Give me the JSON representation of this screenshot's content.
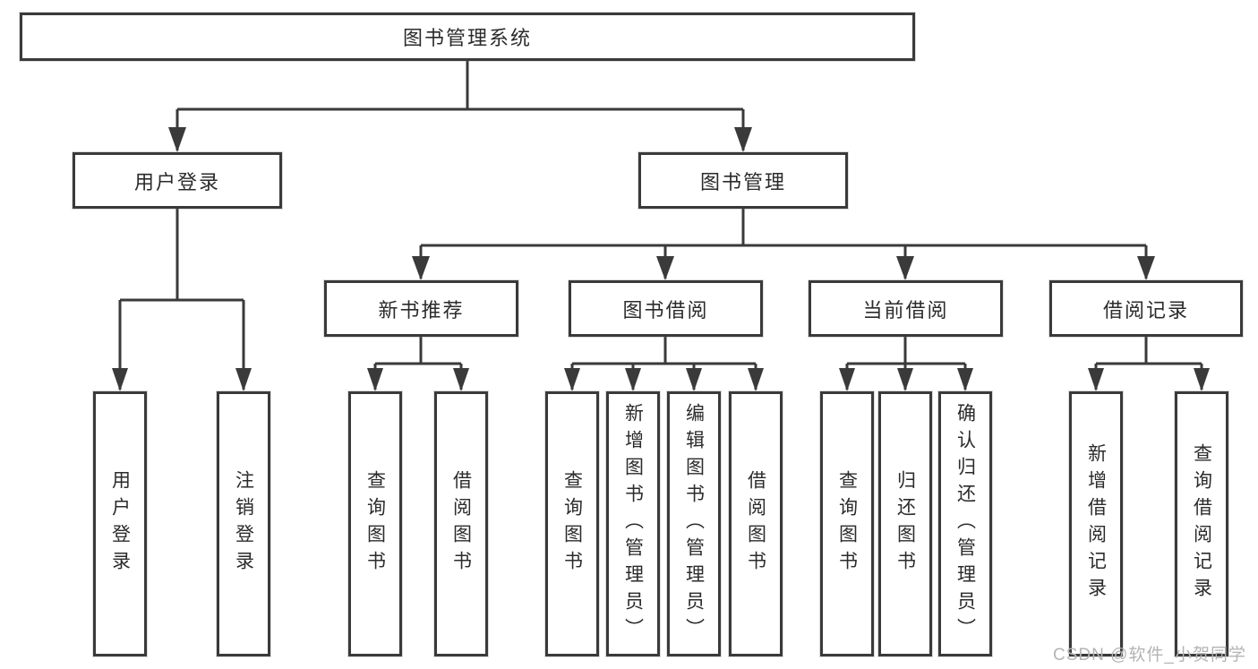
{
  "tree": {
    "root": {
      "label": "图书管理系统"
    },
    "branches": [
      {
        "label": "用户登录",
        "children": [
          {
            "label": "用户登录"
          },
          {
            "label": "注销登录"
          }
        ]
      },
      {
        "label": "图书管理",
        "children": [
          {
            "label": "新书推荐",
            "children": [
              {
                "label": "查询图书"
              },
              {
                "label": "借阅图书"
              }
            ]
          },
          {
            "label": "图书借阅",
            "children": [
              {
                "label": "查询图书"
              },
              {
                "label": "新增图书（管理员）"
              },
              {
                "label": "编辑图书（管理员）"
              },
              {
                "label": "借阅图书"
              }
            ]
          },
          {
            "label": "当前借阅",
            "children": [
              {
                "label": "查询图书"
              },
              {
                "label": "归还图书"
              },
              {
                "label": "确认归还（管理员）"
              }
            ]
          },
          {
            "label": "借阅记录",
            "children": [
              {
                "label": "新增借阅记录"
              },
              {
                "label": "查询借阅记录"
              }
            ]
          }
        ]
      }
    ]
  },
  "watermark": {
    "text": "CSDN @软件_小贺同学"
  },
  "colors": {
    "line": "#3a3a3a",
    "box_border": "#3a3a3a",
    "box_fill": "#ffffff",
    "text": "#2b2b2b",
    "watermark": "#b4b4b4",
    "background": "#ffffff"
  }
}
